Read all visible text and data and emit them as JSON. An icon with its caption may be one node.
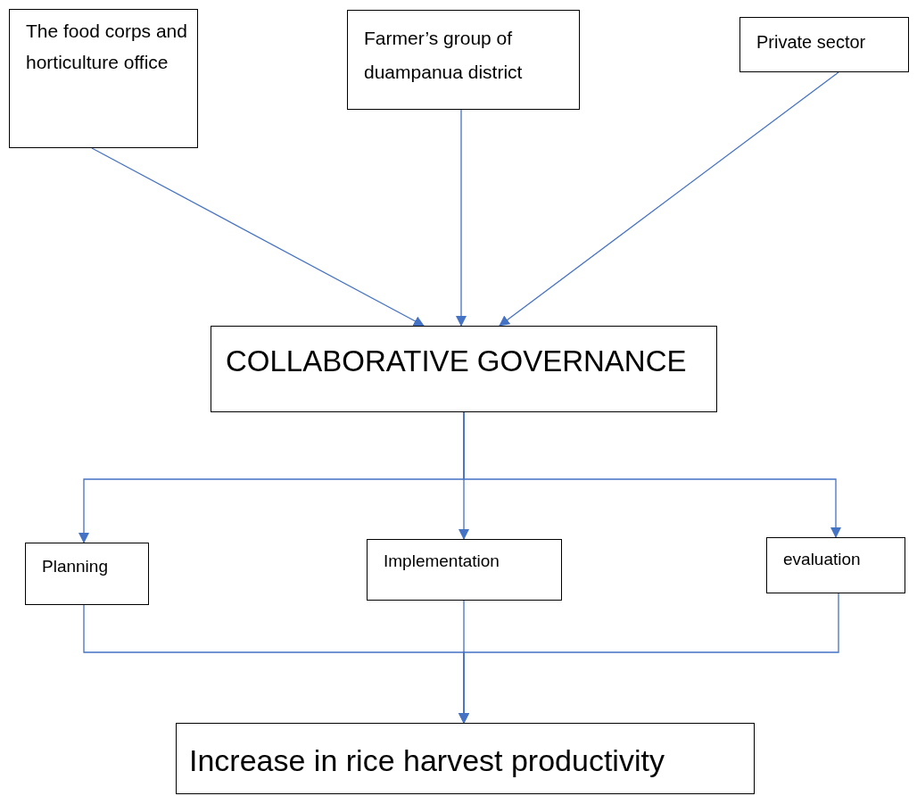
{
  "diagram": {
    "nodes": [
      {
        "text": [
          "The food corps and horticulture office"
        ]
      },
      {
        "text": [
          "Farmer’s group of duampanua district"
        ]
      },
      {
        "text": [
          "Private sector"
        ]
      },
      {
        "text": [
          "COLLABORATIVE GOVERNANCE"
        ]
      },
      {
        "text": [
          "Planning"
        ]
      },
      {
        "text": [
          "Implementation"
        ]
      },
      {
        "text": [
          "evaluation"
        ]
      },
      {
        "text": [
          "Increase in rice harvest productivity"
        ]
      }
    ],
    "edges": [
      {
        "from": 0,
        "to": 3,
        "arrow": "to"
      },
      {
        "from": 1,
        "to": 3,
        "arrow": "to"
      },
      {
        "from": 2,
        "to": 3,
        "arrow": "to"
      },
      {
        "from": 3,
        "to": 4,
        "arrow": "to"
      },
      {
        "from": 3,
        "to": 5,
        "arrow": "to"
      },
      {
        "from": 3,
        "to": 6,
        "arrow": "to"
      },
      {
        "from": 4,
        "to": 7,
        "arrow": "to"
      },
      {
        "from": 5,
        "to": 7,
        "arrow": "to"
      },
      {
        "from": 6,
        "to": 7,
        "arrow": "to"
      }
    ]
  }
}
